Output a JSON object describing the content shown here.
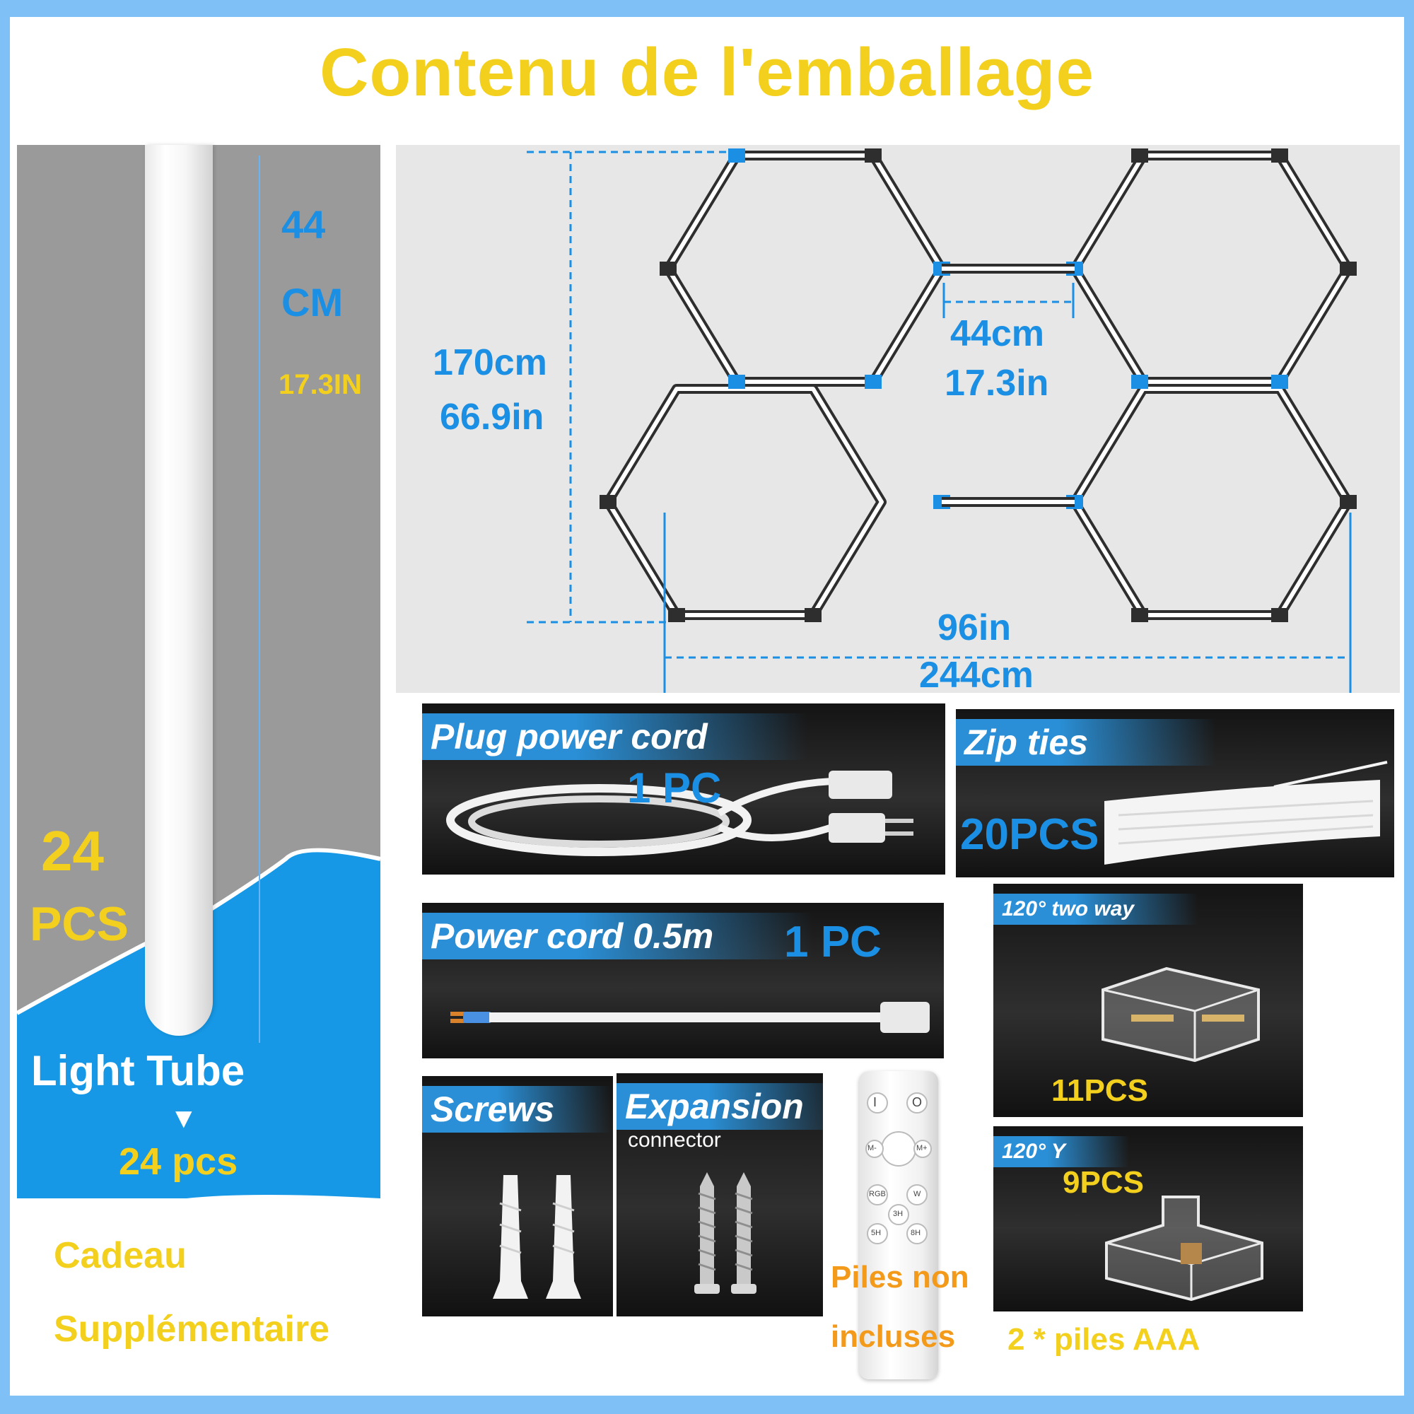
{
  "title": "Contenu de l'emballage",
  "colors": {
    "accent_yellow": "#f3d01e",
    "accent_blue": "#1a8fe3",
    "accent_orange": "#f39a1a",
    "card_label_blue": "#2a8fd6",
    "border": "#7fc0f6"
  },
  "tube": {
    "length_value": "44",
    "length_unit": "CM",
    "length_in": "17.3IN",
    "count_value": "24",
    "count_unit": "PCS",
    "label": "Light Tube",
    "arrow": "▼",
    "label_count": "24 pcs"
  },
  "diagram": {
    "height_cm": "170cm",
    "height_in": "66.9in",
    "side_cm": "44cm",
    "side_in": "17.3in",
    "width_in": "96in",
    "width_cm": "244cm"
  },
  "plug_cord": {
    "label": "Plug power cord",
    "count": "1 PC",
    "icon": "plug-power-cord-icon"
  },
  "zip_ties": {
    "label": "Zip ties",
    "count": "20PCS",
    "icon": "zip-ties-icon"
  },
  "power_cord": {
    "label": "Power cord 0.5m",
    "count": "1 PC",
    "icon": "power-cord-icon"
  },
  "two_way": {
    "label": "120° two way",
    "count": "11PCS",
    "icon": "two-way-connector-icon"
  },
  "y_connector": {
    "label": "120° Y",
    "count": "9PCS",
    "icon": "y-connector-icon"
  },
  "screws": {
    "label": "Screws",
    "icon": "wall-anchor-icon"
  },
  "expansion": {
    "label": "Expansion",
    "sublabel": "connector",
    "icon": "screw-icon"
  },
  "remote": {
    "icon": "remote-control-icon",
    "buttons": {
      "power_on": "I",
      "power_off": "O",
      "minus": "M-",
      "plus": "M+",
      "rgb": "RGB",
      "w": "W",
      "t3": "3H",
      "t5": "5H",
      "t8": "8H"
    }
  },
  "gift": {
    "line1": "Cadeau",
    "line2": "Supplémentaire"
  },
  "batteries": {
    "line1": "Piles non",
    "line2": "incluses",
    "aaa": "2 * piles AAA"
  }
}
